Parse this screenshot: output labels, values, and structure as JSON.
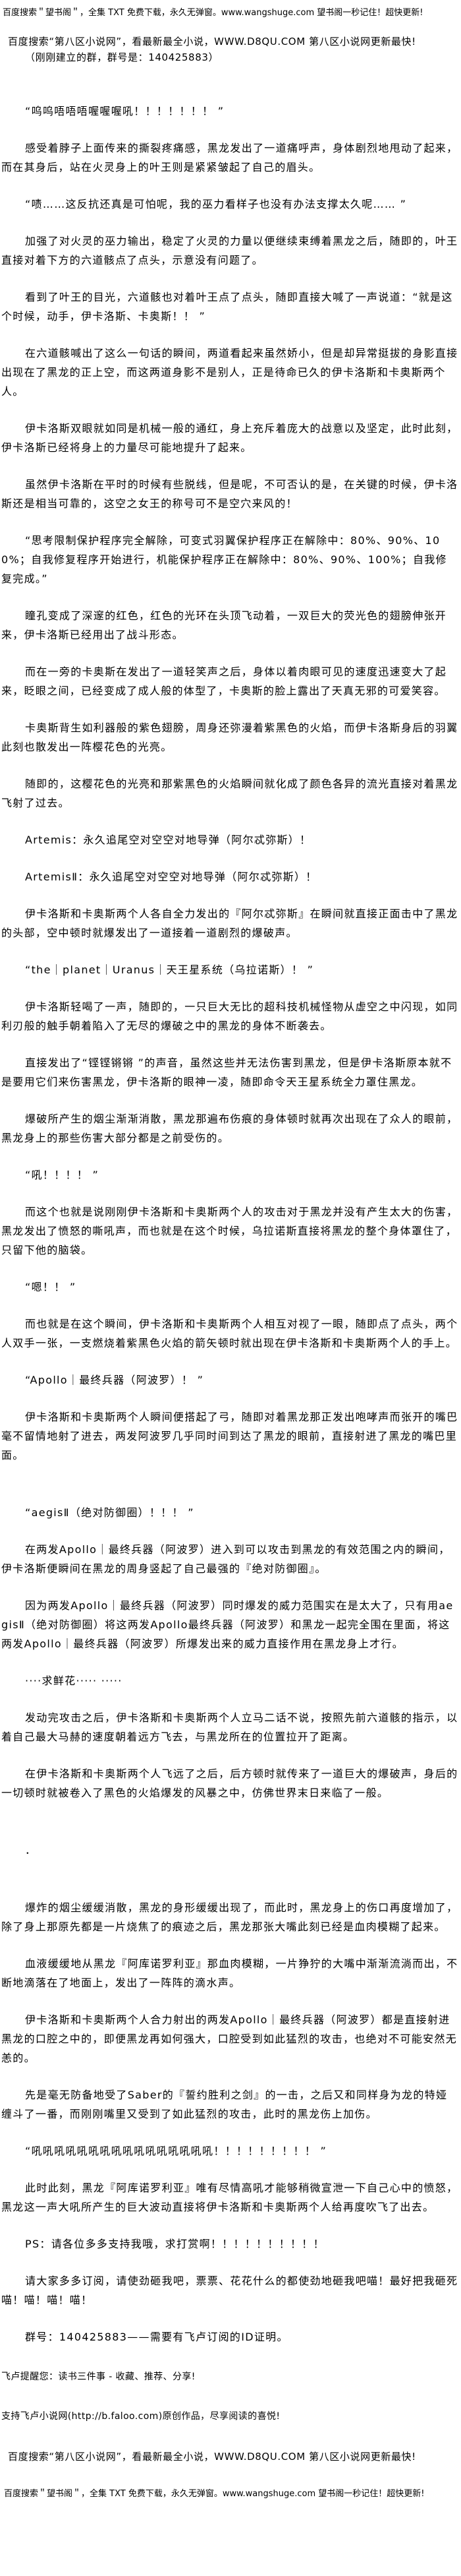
{
  "header": {
    "ad_wangshuge": "百度搜索＂望书阁＂，全集 TXT 免费下载，永久无弹窗。www.wangshuge.com 望书阁一秒记住！超快更新!",
    "ad_d8qu": "百度搜索“第八区小说网”，看最新最全小说，WWW.D8QU.COM   第八区小说网更新最快!",
    "group_note": "（刚刚建立的群，群号是：140425883）"
  },
  "paragraphs": [
    "“呜呜唔唔唔喔喔喔吼！！！！！！！ ”",
    "感受着脖子上面传来的撕裂疼痛感，黑龙发出了一道痛呼声，身体剧烈地甩动了起来，而在其身后，站在火灵身上的叶王则是紧紧皱起了自己的眉头。",
    "“啧……这反抗还真是可怕呢，我的巫力看样子也没有办法支撑太久呢…… ”",
    "加强了对火灵的巫力输出，稳定了火灵的力量以便继续束缚着黑龙之后，随即的，叶王直接对着下方的六道骸点了点头，示意没有问题了。",
    "看到了叶王的目光，六道骸也对着叶王点了点头，随即直接大喊了一声说道：“就是这个时候，动手，伊卡洛斯、卡奥斯！！ ”",
    "在六道骸喊出了这么一句话的瞬间，两道看起来虽然娇小，但是却异常挺拔的身影直接出现在了黑龙的正上空，而这两道身影不是别人，正是待命已久的伊卡洛斯和卡奥斯两个人。",
    "伊卡洛斯双眼就如同是机械一般的通红，身上充斥着庞大的战意以及坚定，此时此刻，伊卡洛斯已经将身上的力量尽可能地提升了起来。",
    "虽然伊卡洛斯在平时的时候有些脱线，但是呢，不可否认的是，在关键的时候，伊卡洛斯还是相当可靠的，这空之女王的称号可不是空穴来风的！",
    "“思考限制保护程序完全解除，可变式羽翼保护程序正在解除中：80%、90%、100%；自我修复程序开始进行，机能保护程序正在解除中：80%、90%、100%；自我修复完成。”",
    "瞳孔变成了深邃的红色，红色的光环在头顶飞动着，一双巨大的荧光色的翅膀伸张开来，伊卡洛斯已经用出了战斗形态。",
    "而在一旁的卡奥斯在发出了一道轻笑声之后，身体以着肉眼可见的速度迅速变大了起来，眨眼之间，已经变成了成人般的体型了，卡奥斯的脸上露出了天真无邪的可爱笑容。",
    "卡奥斯背生如利器般的紫色翅膀，周身还弥漫着紫黑色的火焰，而伊卡洛斯身后的羽翼此刻也散发出一阵樱花色的光亮。",
    "随即的，这樱花色的光亮和那紫黑色的火焰瞬间就化成了颜色各异的流光直接对着黑龙飞射了过去。",
    "Artemis：永久追尾空对空空对地导弹（阿尔忒弥斯）！",
    "ArtemisⅡ：永久追尾空对空空对地导弹（阿尔忒弥斯）！",
    "伊卡洛斯和卡奥斯两个人各自全力发出的『阿尔忒弥斯』在瞬间就直接正面击中了黑龙的头部，空中顿时就爆发出了一道接着一道剧烈的爆破声。",
    "“the｜planet｜Uranus｜天王星系统（乌拉诺斯）！ ”",
    "伊卡洛斯轻喝了一声，随即的，一只巨大无比的超科技机械怪物从虚空之中闪现，如同利刃般的触手朝着陷入了无尽的爆破之中的黑龙的身体不断袭去。",
    "直接发出了“铿铿锵锵 ”的声音，虽然这些并无法伤害到黑龙，但是伊卡洛斯原本就不是要用它们来伤害黑龙，伊卡洛斯的眼神一凌，随即命令天王星系统全力罩住黑龙。",
    "爆破所产生的烟尘渐渐消散，黑龙那遍布伤痕的身体顿时就再次出现在了众人的眼前，黑龙身上的那些伤害大部分都是之前受伤的。",
    "“吼！！！！ ”",
    "而这个也就是说刚刚伊卡洛斯和卡奥斯两个人的攻击对于黑龙并没有产生太大的伤害，黑龙发出了愤怒的嘶吼声，而也就是在这个时候，乌拉诺斯直接将黑龙的整个身体罩住了，只留下他的脑袋。",
    "“嗯！！ ”",
    "而也就是在这个瞬间，伊卡洛斯和卡奥斯两个人相互对视了一眼，随即点了点头，两个人双手一张，一支燃烧着紫黑色火焰的箭矢顿时就出现在伊卡洛斯和卡奥斯两个人的手上。",
    "“Apollo｜最终兵器（阿波罗）！ ”",
    "伊卡洛斯和卡奥斯两个人瞬间便搭起了弓，随即对着黑龙那正发出咆哮声而张开的嘴巴毫不留情地射了进去，两发阿波罗几乎同时间到达了黑龙的眼前，直接射进了黑龙的嘴巴里面。",
    "“aegisⅡ（绝对防御圈）！！！ ”",
    "在两发Apollo｜最终兵器（阿波罗）进入到可以攻击到黑龙的有效范围之内的瞬间，伊卡洛斯便瞬间在黑龙的周身竖起了自己最强的『绝对防御圈』。",
    "因为两发Apollo｜最终兵器（阿波罗）同时爆发的威力范围实在是太大了，只有用aegisⅡ（绝对防御圈）将这两发Apollo最终兵器（阿波罗）和黑龙一起完全围在里面，将这两发Apollo｜最终兵器（阿波罗）所爆发出来的威力直接作用在黑龙身上才行。",
    "····求鲜花····· ·····",
    "发动完攻击之后，伊卡洛斯和卡奥斯两个人立马二话不说，按照先前六道骸的指示，以着自己最大马赫的速度朝着远方飞去，与黑龙所在的位置拉开了距离。",
    "在伊卡洛斯和卡奥斯两个人飞远了之后，后方顿时就传来了一道巨大的爆破声，身后的一切顿时就被卷入了黑色的火焰爆发的风暴之中，仿佛世界末日来临了一般。",
    "．",
    "爆炸的烟尘缓缓消散，黑龙的身形缓缓出现了，而此时，黑龙身上的伤口再度增加了，除了身上那原先都是一片烧焦了的痕迹之后，黑龙那张大嘴此刻已经是血肉模糊了起来。",
    "血液缓缓地从黑龙『阿库诺罗利亚』那血肉模糊，一片狰狞的大嘴中渐渐流淌而出，不断地滴落在了地面上，发出了一阵阵的滴水声。",
    "伊卡洛斯和卡奥斯两个人合力射出的两发Apollo｜最终兵器（阿波罗）都是直接射进黑龙的口腔之中的，即便黑龙再如何强大，口腔受到如此猛烈的攻击，也绝对不可能安然无恙的。",
    "先是毫无防备地受了Saber的『誓约胜利之剑』的一击，之后又和同样身为龙的特娅缠斗了一番，而刚刚嘴里又受到了如此猛烈的攻击，此时的黑龙伤上加伤。",
    "“吼吼吼吼吼吼吼吼吼吼吼吼吼吼吼吼！！！！！！！！！ ”",
    "此时此刻，黑龙『阿库诺罗利亚』唯有尽情高吼才能够稍微宣泄一下自己心中的愤怒，黑龙这一声大吼所产生的巨大波动直接将伊卡洛斯和卡奥斯两个人给再度吹飞了出去。",
    "PS：请各位多多支持我哦，求打赏啊！！！！！！！！！！",
    "请大家多多订阅，请使劲砸我吧，票票、花花什么的都使劲地砸我吧喵！最好把我砸死喵！喵！喵！喵！",
    "群号：140425883——需要有飞卢订阅的ID证明。"
  ],
  "footer": {
    "faloo_reminder": "飞卢提醒您：读书三件事 - 收藏、推荐、分享!",
    "faloo_support": "支持飞卢小说网(http://b.faloo.com)原创作品，尽享阅读的喜悦!",
    "ad_d8qu": "百度搜索“第八区小说网”，看最新最全小说，WWW.D8QU.COM   第八区小说网更新最快!",
    "ad_wangshuge": "百度搜索＂望书阁＂，全集 TXT 免费下载，永久无弹窗。www.wangshuge.com 望书阁一秒记住！超快更新!"
  }
}
